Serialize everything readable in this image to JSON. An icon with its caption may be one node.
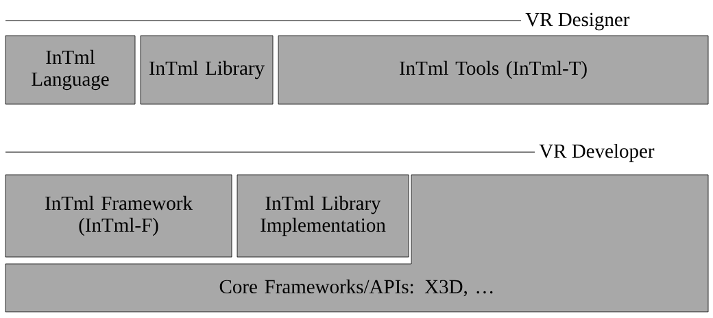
{
  "diagram": {
    "nodes": [
      {
        "text": [
          "InTml Language"
        ]
      },
      {
        "text": [
          "InTml Library"
        ]
      },
      {
        "text": [
          "InTml Tools (InTml-T)"
        ]
      },
      {
        "text": [
          "InTml Framework (InTml-F)"
        ]
      },
      {
        "text": [
          "InTml Library Implementation"
        ]
      },
      {
        "text": [
          "Core Frameworks/APIs: X3D, …"
        ]
      }
    ],
    "labels": [
      "VR Designer",
      "VR Developer"
    ]
  }
}
